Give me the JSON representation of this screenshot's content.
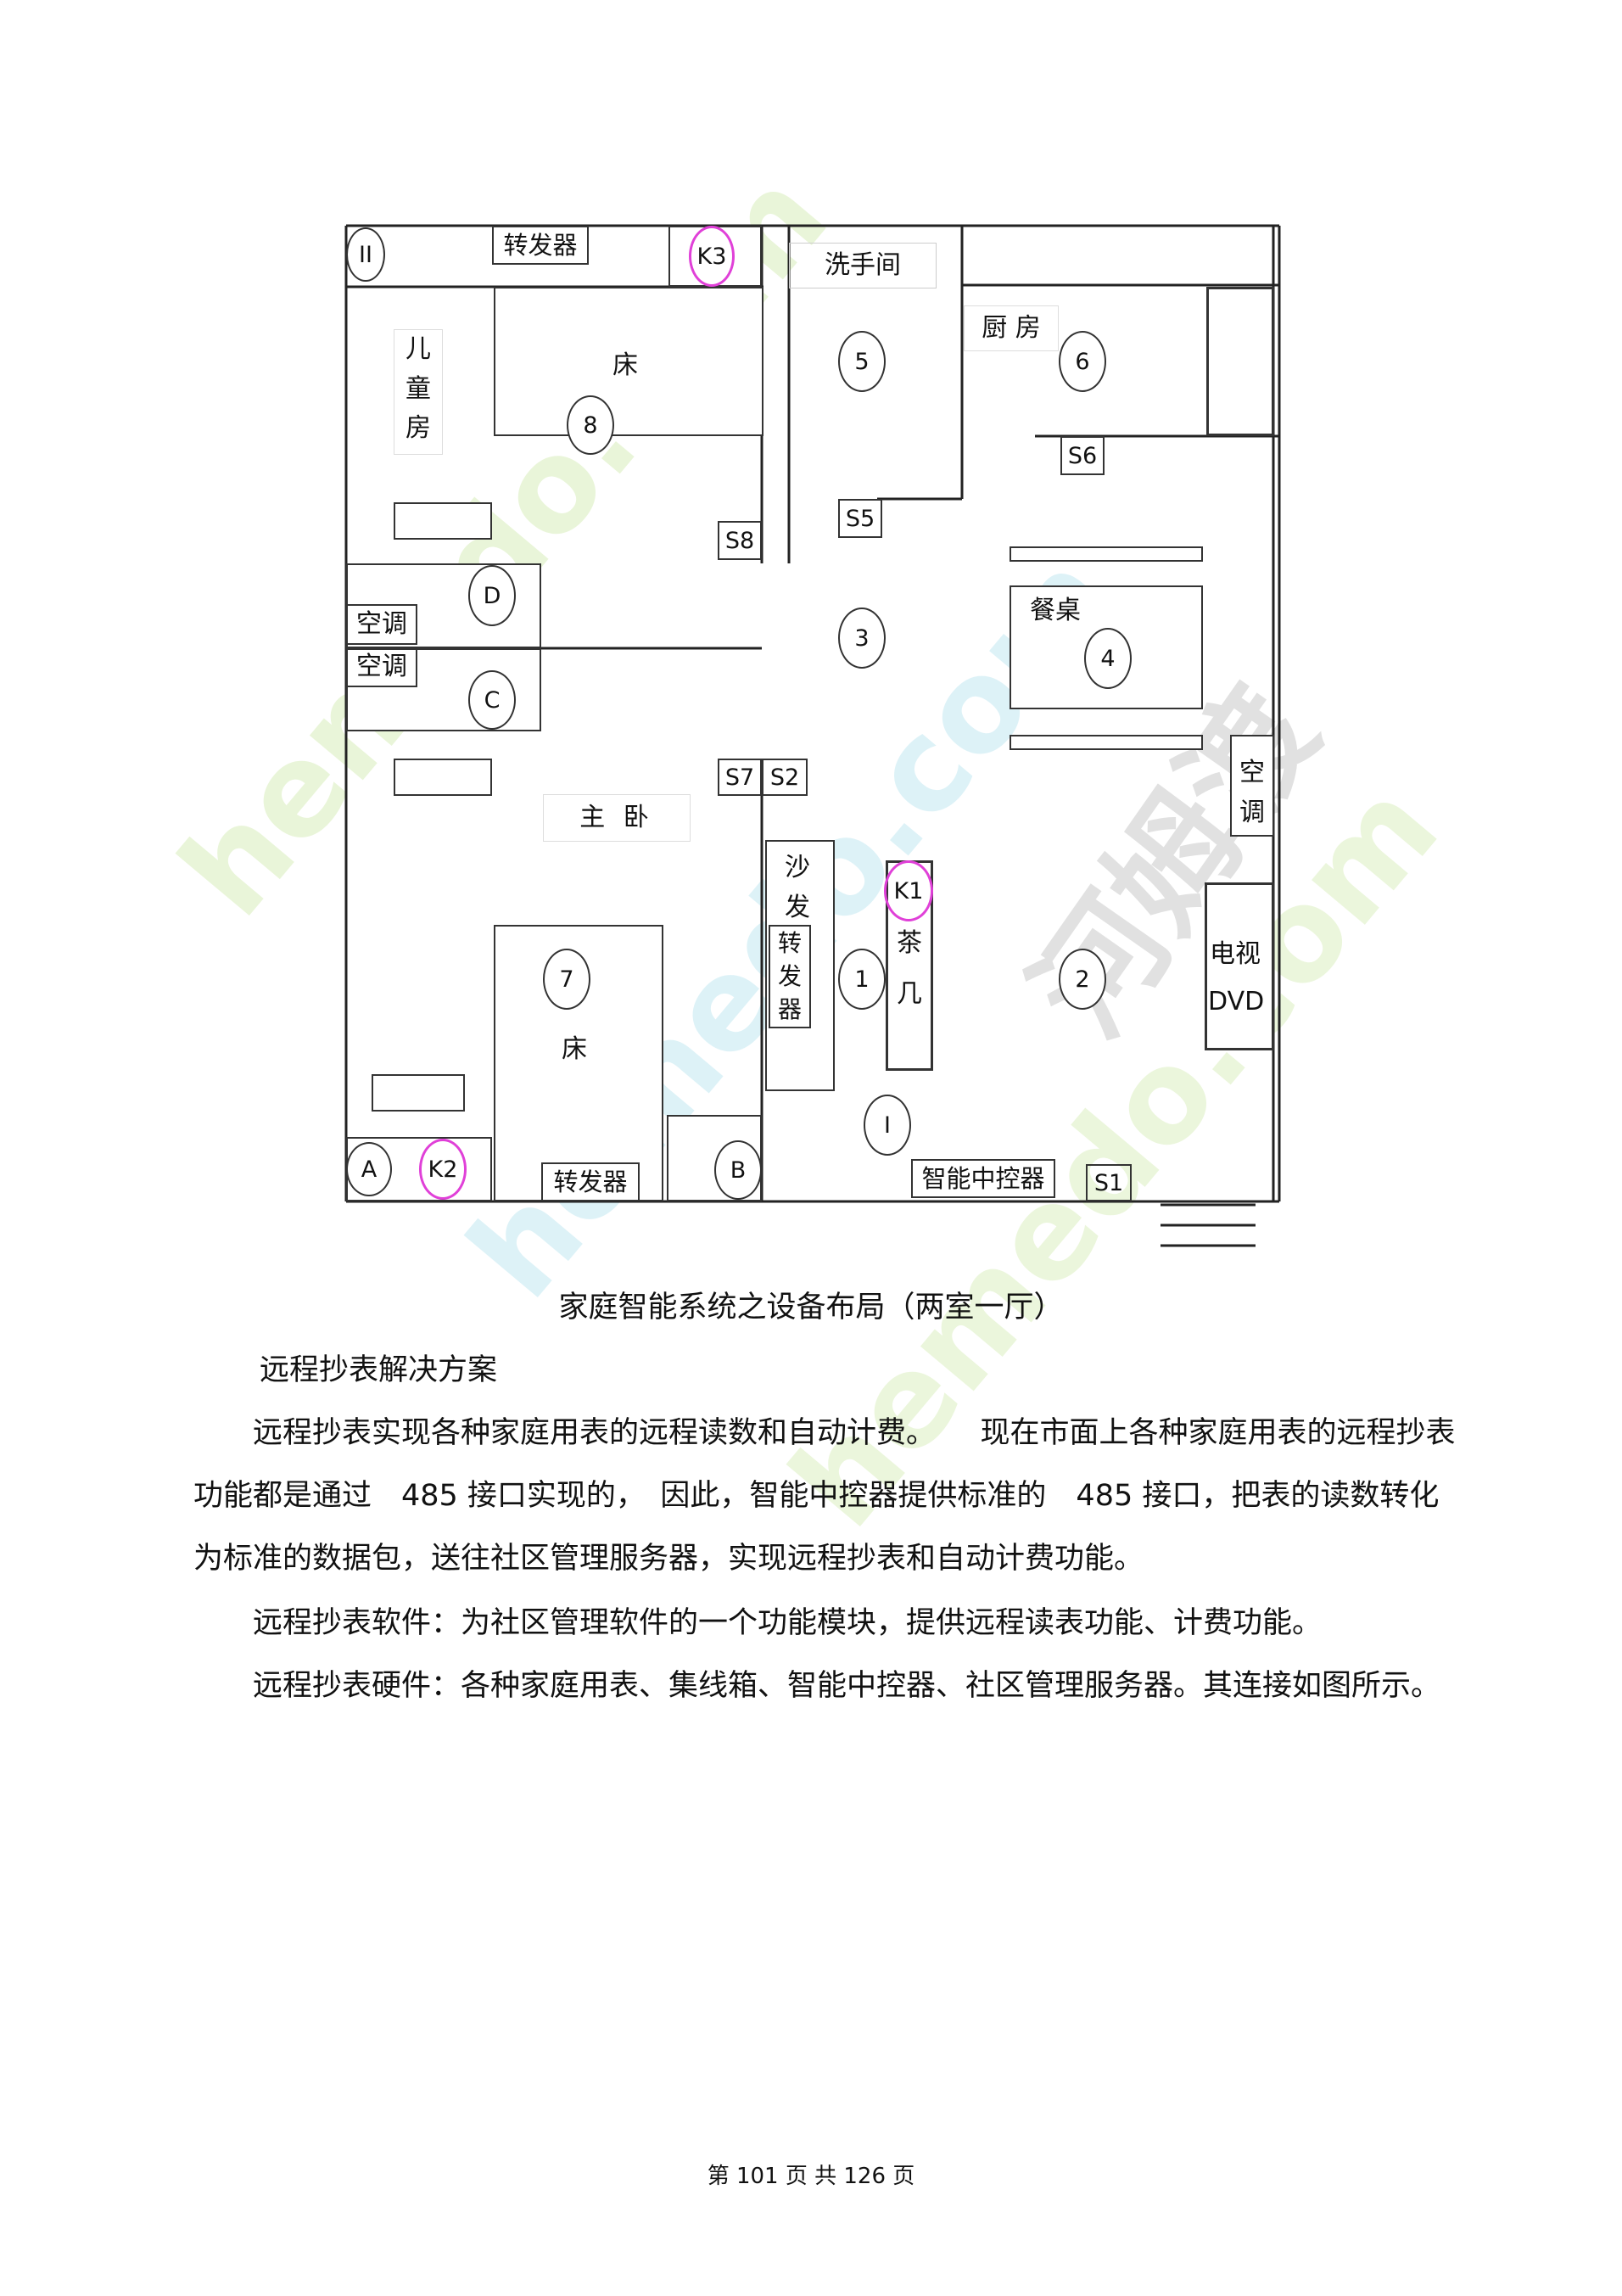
{
  "floorplan": {
    "rooms": {
      "children_room": "儿童房",
      "bathroom": "洗手间",
      "kitchen": "厨 房",
      "master_bedroom": "主 卧",
      "dining_table": "餐桌",
      "bed_children": "床",
      "bed_master": "床",
      "sofa": "沙发",
      "tea_table": "茶几",
      "tv": "电视",
      "dvd": "DVD"
    },
    "devices": {
      "repeater_top": "转发器",
      "repeater_sofa": "转发器",
      "repeater_bed": "转发器",
      "controller": "智能中控器",
      "ac_left_top": "空调",
      "ac_left_bottom": "空调",
      "ac_right": "空调"
    },
    "switches": {
      "s1": "S1",
      "s2": "S2",
      "s5": "S5",
      "s6": "S6",
      "s7": "S7",
      "s8": "S8"
    },
    "markers": {
      "n1": "1",
      "n2": "2",
      "n3": "3",
      "n4": "4",
      "n5": "5",
      "n6": "6",
      "n7": "7",
      "n8": "8",
      "a": "A",
      "b": "B",
      "c": "C",
      "d": "D",
      "i": "I",
      "ii": "II",
      "k1": "K1",
      "k2": "K2",
      "k3": "K3"
    }
  },
  "caption": "家庭智能系统之设备布局（两室一厅）",
  "section_heading": "远程抄表解决方案",
  "paragraphs": [
    "远程抄表实现各种家庭用表的远程读数和自动计费。　　现在市面上各种家庭用表的远程抄表功能都是通过　485 接口实现的，　因此，智能中控器提供标准的　485 接口，把表的读数转化为标准的数据包，送往社区管理服务器，实现远程抄表和自动计费功能。",
    "远程抄表软件：为社区管理软件的一个功能模块，提供远程读表功能、计费功能。",
    "远程抄表硬件：各种家庭用表、集线箱、智能中控器、社区管理服务器。其连接如图所示。"
  ],
  "footer": {
    "text": "第 101 页 共 126 页"
  },
  "watermark": {
    "brand_cn": "河姆渡",
    "domain": "hemedo.com",
    "colors": [
      "#c9c9c9",
      "#dcefc0",
      "#c2e8f2"
    ]
  }
}
